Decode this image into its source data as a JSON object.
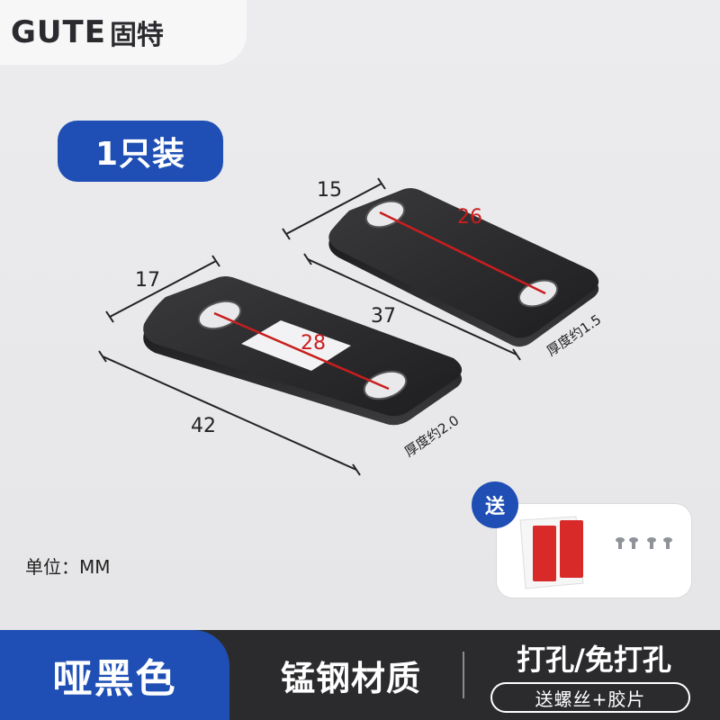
{
  "brand": {
    "latin": "GUTE",
    "cjk": "固特"
  },
  "quantity_badge": "1只装",
  "dimensions": {
    "large_plate": {
      "width": "17",
      "length": "42",
      "hole_spacing": "28",
      "thickness": "厚度约2.0"
    },
    "small_plate": {
      "width": "15",
      "length": "37",
      "hole_spacing": "26",
      "thickness": "厚度约1.5"
    }
  },
  "unit_label": "单位：MM",
  "gift": {
    "badge": "送"
  },
  "bottom": {
    "color": "哑黑色",
    "material": "锰钢材质",
    "install": "打孔/免打孔",
    "accessories": "送螺丝+胶片"
  },
  "colors": {
    "accent_blue": "#1f4fb4",
    "bar_dark": "#2b2b2e",
    "dimension_red": "#c91e1e",
    "plate_black": "#2a2a2c"
  }
}
